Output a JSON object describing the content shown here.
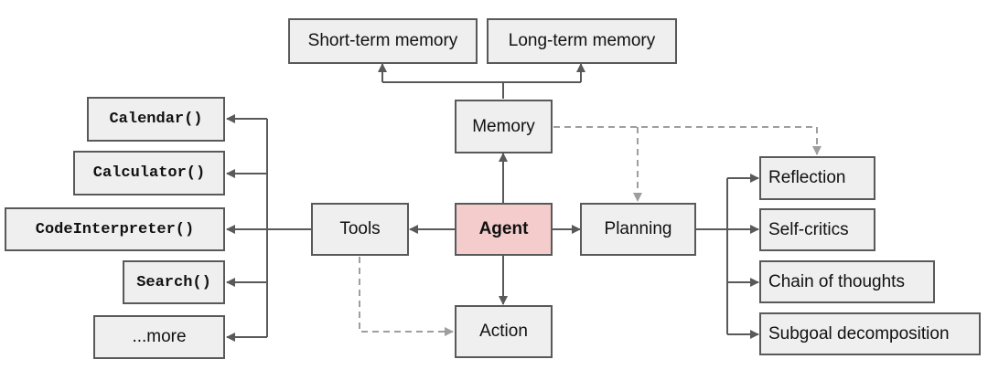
{
  "nodes": {
    "agent": "Agent",
    "memory": "Memory",
    "short_term_memory": "Short-term memory",
    "long_term_memory": "Long-term memory",
    "tools": "Tools",
    "planning": "Planning",
    "action": "Action",
    "tool_calendar": "Calendar()",
    "tool_calculator": "Calculator()",
    "tool_code_interpreter": "CodeInterpreter()",
    "tool_search": "Search()",
    "tool_more": "...more",
    "reflection": "Reflection",
    "self_critics": "Self-critics",
    "chain_of_thoughts": "Chain of thoughts",
    "subgoal_decomposition": "Subgoal decomposition"
  },
  "colors": {
    "agent_fill": "#f4cccc",
    "box_fill": "#efefef",
    "border": "#595959",
    "solid_line": "#595959",
    "dashed_line": "#9e9e9e"
  }
}
